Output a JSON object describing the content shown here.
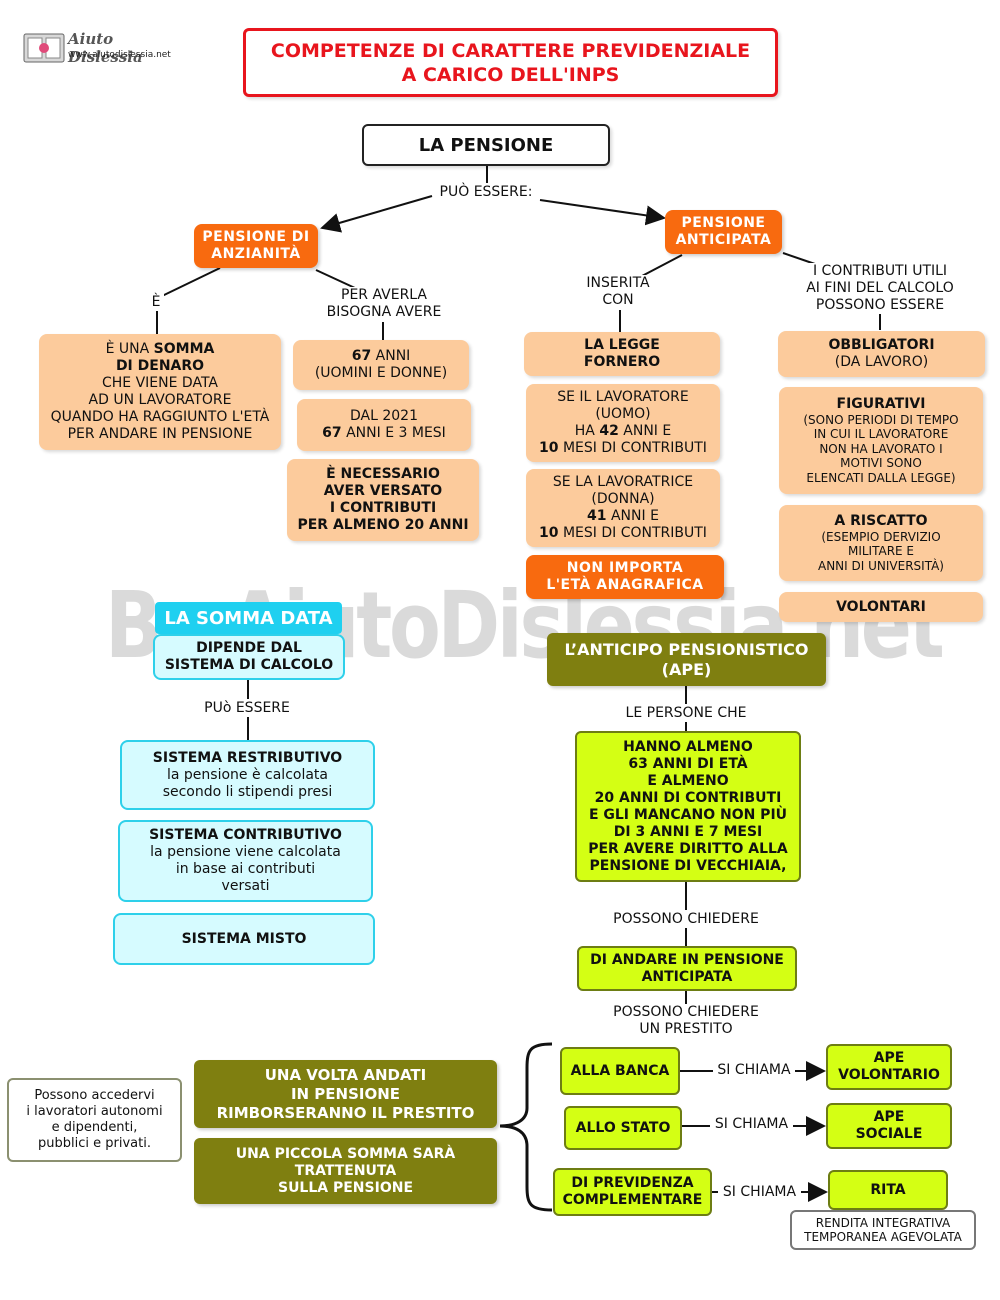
{
  "logo": {
    "name": "Aiuto Dislessia",
    "url": "www.aiutodislessia.net"
  },
  "watermark": "By AiutoDislessia.net",
  "title": {
    "line1": "COMPETENZE DI CARATTERE PREVIDENZIALE",
    "line2": "A CARICO DELL'INPS"
  },
  "root": {
    "label": "LA PENSIONE",
    "link": "PUÒ ESSERE:"
  },
  "anzianita": {
    "title": [
      "PENSIONE DI",
      "ANZIANITÀ"
    ],
    "link_e": "È",
    "link_averla": [
      "PER AVERLA",
      "BISOGNA AVERE"
    ],
    "somma": {
      "l1": "È UNA ",
      "l1b": "SOMMA",
      "l2b": "DI DENARO",
      "l3": "CHE VIENE DATA",
      "l4": "AD UN LAVORATORE",
      "l5": "QUANDO HA RAGGIUNTO L'ETÀ",
      "l6": "PER ANDARE IN PENSIONE"
    },
    "req1": {
      "b": "67",
      "t1": " ANNI",
      "t2": "(UOMINI E DONNE)"
    },
    "req2": {
      "t1": "DAL 2021",
      "b": "67",
      "t2": " ANNI E 3 MESI"
    },
    "req3": [
      "È NECESSARIO",
      "AVER VERSATO",
      "I CONTRIBUTI",
      "PER ALMENO 20 ANNI"
    ]
  },
  "anticipata": {
    "title": [
      "PENSIONE",
      "ANTICIPATA"
    ],
    "link_inserita": [
      "INSERITA",
      "CON"
    ],
    "link_contributi": [
      "I CONTRIBUTI UTILI",
      "AI FINI DEL CALCOLO",
      "POSSONO ESSERE"
    ],
    "fornero": [
      "LA LEGGE",
      "FORNERO"
    ],
    "uomo": {
      "t1": "SE IL LAVORATORE",
      "t2": "(UOMO)",
      "t3a": "HA ",
      "t3b": "42",
      "t3c": " ANNI E",
      "t4b": "10",
      "t4c": " MESI DI CONTRIBUTI"
    },
    "donna": {
      "t1": "SE LA LAVORATRICE",
      "t2": "(DONNA)",
      "t3b": "41",
      "t3c": " ANNI E",
      "t4b": "10",
      "t4c": " MESI DI CONTRIBUTI"
    },
    "eta": [
      "NON IMPORTA",
      "L'ETÀ ANAGRAFICA"
    ],
    "obbligatori": {
      "b": "OBBLIGATORI",
      "t": "(DA LAVORO)"
    },
    "figurativi": {
      "b": "FIGURATIVI",
      "t": [
        "(SONO PERIODI DI TEMPO",
        "IN CUI IL LAVORATORE",
        "NON HA LAVORATO I",
        "MOTIVI SONO",
        "ELENCATI DALLA LEGGE)"
      ]
    },
    "riscatto": {
      "b": "A RISCATTO",
      "t": [
        "(ESEMPIO DERVIZIO",
        "MILITARE E",
        "ANNI DI UNIVERSITÀ)"
      ]
    },
    "volontari": "VOLONTARI"
  },
  "somma_data": {
    "title": "LA SOMMA DATA",
    "dipende": [
      "DIPENDE DAL",
      "SISTEMA DI CALCOLO"
    ],
    "link": "PUò ESSERE",
    "retributivo": {
      "b": "SISTEMA RESTRIBUTIVO",
      "t": [
        "la pensione è calcolata",
        "secondo li stipendi presi"
      ]
    },
    "contributivo": {
      "b": "SISTEMA CONTRIBUTIVO",
      "t": [
        "la pensione viene calcolata",
        "in base ai contributi",
        "versati"
      ]
    },
    "misto": "SISTEMA MISTO"
  },
  "ape": {
    "title": [
      "L’ANTICIPO PENSIONISTICO",
      "(APE)"
    ],
    "link_persone": "LE PERSONE CHE",
    "requisiti": [
      "HANNO ALMENO",
      "63 ANNI DI ETÀ",
      "E ALMENO",
      "20 ANNI DI CONTRIBUTI",
      "E GLI MANCANO NON PIÙ",
      "DI 3 ANNI E 7 MESI",
      "PER AVERE DIRITTO ALLA",
      "PENSIONE DI VECCHIAIA,"
    ],
    "link_chiedere1": "POSSONO CHIEDERE",
    "andare": [
      "DI ANDARE IN PENSIONE",
      "ANTICIPATA"
    ],
    "link_chiedere2": [
      "POSSONO CHIEDERE",
      "UN PRESTITO"
    ],
    "banca": "ALLA BANCA",
    "stato": "ALLO STATO",
    "previdenza": [
      "DI PREVIDENZA",
      "COMPLEMENTARE"
    ],
    "si_chiama": "SI CHIAMA",
    "volontario": [
      "APE",
      "VOLONTARIO"
    ],
    "sociale": [
      "APE",
      "SOCIALE"
    ],
    "rita": "RITA",
    "rita_desc": [
      "RENDITA INTEGRATIVA",
      "TEMPORANEA AGEVOLATA"
    ],
    "rimborso": [
      "UNA VOLTA ANDATI",
      "IN PENSIONE",
      "RIMBORSERANNO IL PRESTITO"
    ],
    "trattenuta": [
      "UNA PICCOLA SOMMA SARÀ",
      "TRATTENUTA",
      "SULLA PENSIONE"
    ],
    "accesso": [
      "Possono accedervi",
      "i lavoratori autonomi",
      "e dipendenti,",
      "pubblici e privati."
    ]
  }
}
